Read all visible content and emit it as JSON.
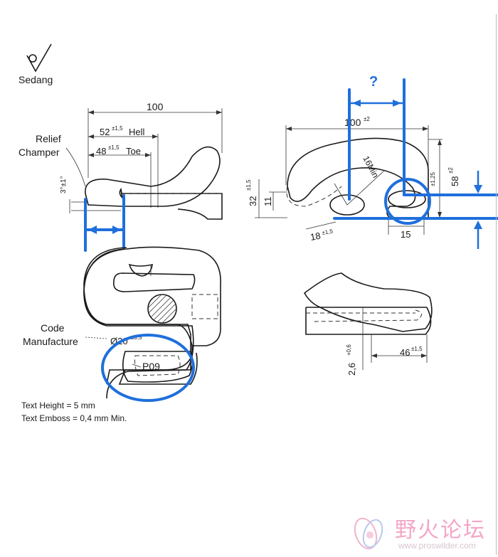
{
  "symbol_label": "Sedang",
  "labels": {
    "relief": "Relief",
    "champer": "Champer",
    "code": "Code",
    "manufacture": "Manufacture",
    "question": "?",
    "stamp_code": "P09"
  },
  "dimensions": {
    "d100_top_left": "100",
    "d52_value": "52",
    "d52_tol": "±1,5",
    "d52_word": "Hell",
    "d48_value": "48",
    "d48_tol": "±1,5",
    "d48_word": "Toe",
    "d3_angle": "3°±1°",
    "d100_right_value": "100",
    "d100_right_tol": "±2",
    "r16": "16Min",
    "d58_value": "58",
    "d58_tol": "±2",
    "d32_value": "32",
    "d32_tol": "±1,5",
    "d11": "11",
    "d11_tol": "±1,25",
    "d18_value": "18",
    "d18_tol": "±1,5",
    "d15": "15",
    "dia20": "Ø20",
    "dia20_tol": "±0,5",
    "d46_value": "46",
    "d46_tol": "±1,5",
    "d26_value": "2,6",
    "d26_tol": "+0,6"
  },
  "notes": {
    "text_height": "Text Height = 5 mm",
    "text_emboss": "Text Emboss = 0,4 mm Min."
  },
  "watermark": {
    "title": "野火论坛",
    "url": "www.proswilder.com"
  },
  "colors": {
    "ink": "#1a1a1a",
    "markup_blue": "#1f6fdc",
    "watermark_pink": "#f4a6c8"
  }
}
